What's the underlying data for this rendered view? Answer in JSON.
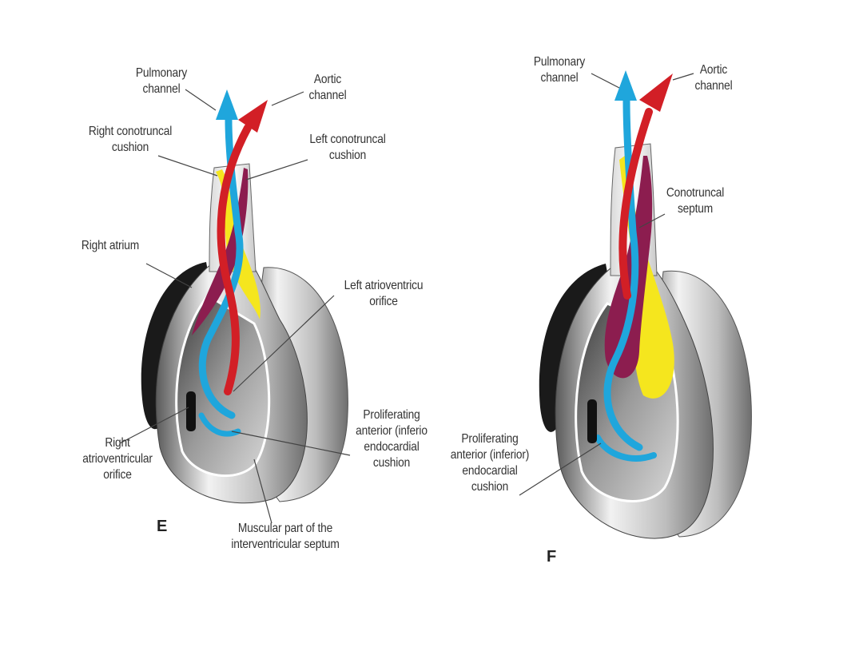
{
  "panel_e": {
    "letter": "E",
    "labels": {
      "pulmonary_channel": "Pulmonary\nchannel",
      "aortic_channel": "Aortic\nchannel",
      "right_conotruncal_cushion": "Right conotruncal\ncushion",
      "left_conotruncal_cushion": "Left conotruncal\ncushion",
      "right_atrium": "Right atrium",
      "left_av_orifice": "Left atrioventricu\norifice",
      "proliferating_cushion": "Proliferating\nanterior (inferio\nendocardial\ncushion",
      "right_av_orifice": "Right\natrioventricular\norifice",
      "muscular_septum": "Muscular part of the\ninterventricular septum"
    }
  },
  "panel_f": {
    "letter": "F",
    "labels": {
      "pulmonary_channel": "Pulmonary\nchannel",
      "aortic_channel": "Aortic\nchannel",
      "conotruncal_septum": "Conotruncal\nseptum",
      "proliferating_cushion": "Proliferating\nanterior (inferior)\nendocardial\ncushion"
    }
  },
  "colors": {
    "aortic": "#d21f26",
    "pulmonary": "#1fa6dc",
    "left_cushion": "#8c1d4f",
    "right_cushion": "#f5e61e",
    "atrium": "#1a1a1a"
  }
}
